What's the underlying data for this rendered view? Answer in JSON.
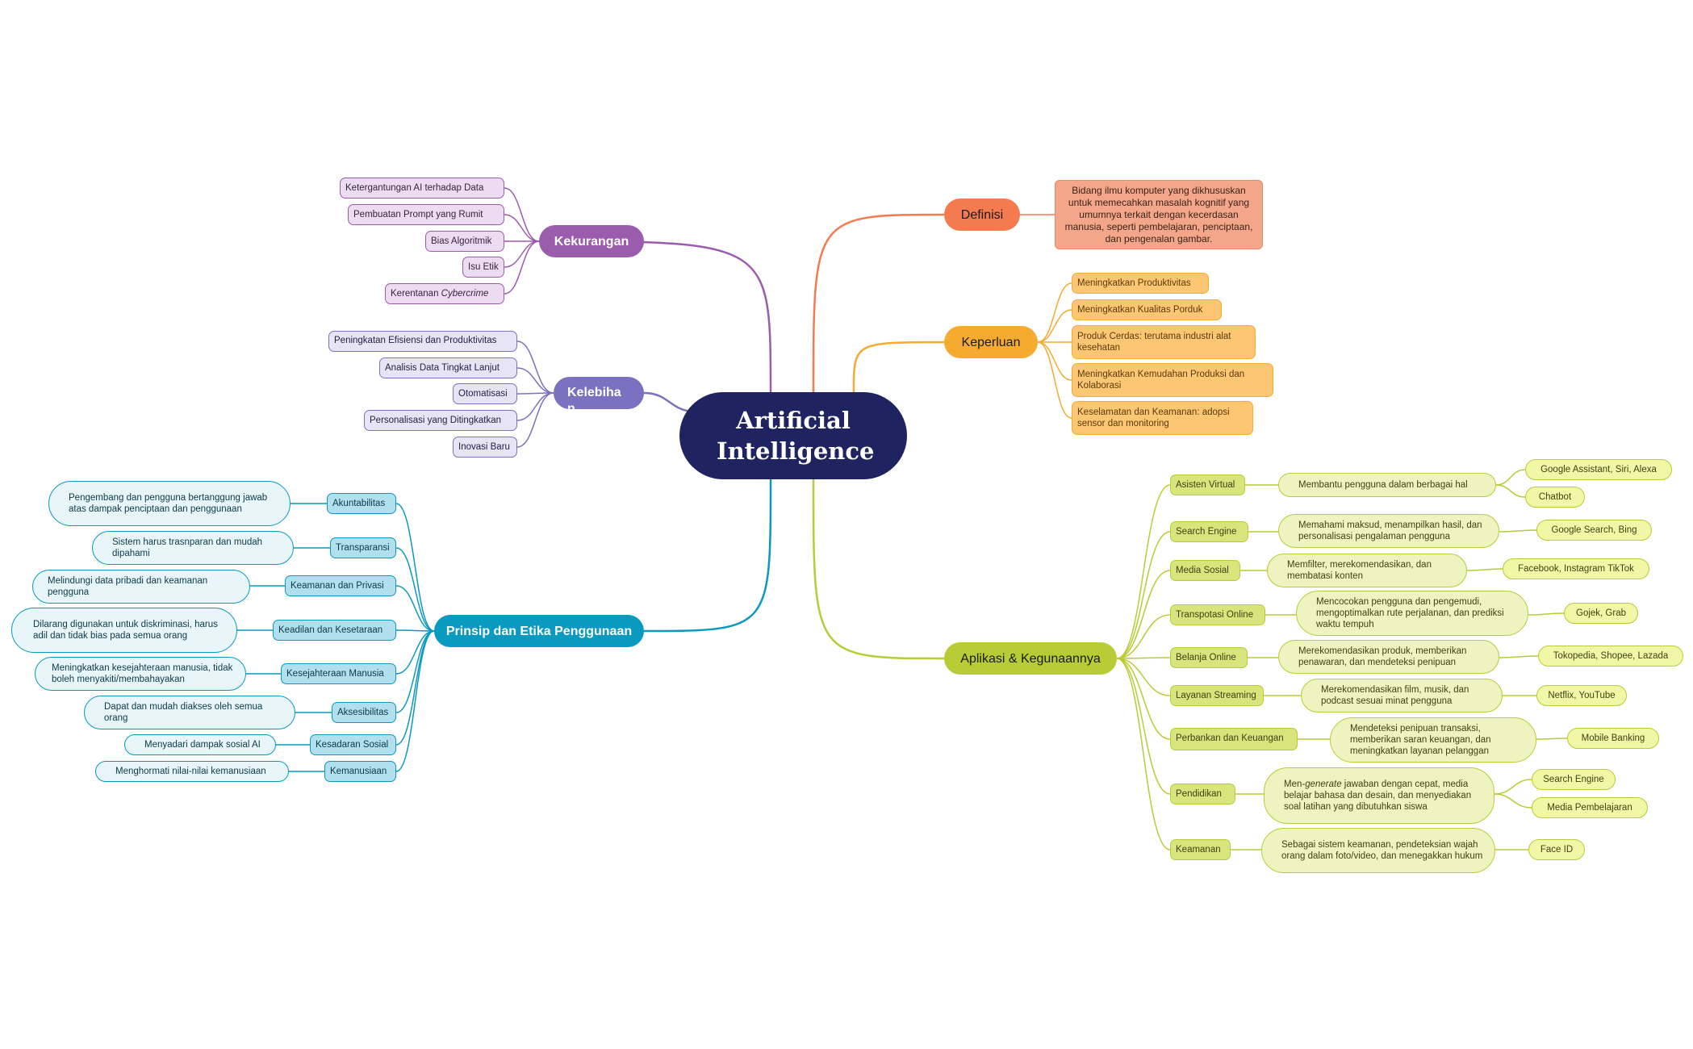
{
  "colors": {
    "center": "#1f2460",
    "definisi": "#f47a50",
    "keperluan": "#f5aa30",
    "aplikasi": "#b8cc35",
    "prinsip": "#0a9ac0",
    "kelebihan": "#7a72c0",
    "kekurangan": "#9c5cae"
  },
  "center": {
    "line1": "Artificial",
    "line2": "Intelligence"
  },
  "definisi": {
    "label": "Definisi",
    "text": "Bidang ilmu komputer yang dikhususkan untuk memecahkan masalah kognitif yang umumnya terkait dengan kecerdasan manusia, seperti pembelajaran, penciptaan, dan pengenalan gambar."
  },
  "keperluan": {
    "label": "Keperluan",
    "items": [
      "Meningkatkan Produktivitas",
      "Meningkatkan Kualitas Porduk",
      "Produk Cerdas: terutama industri alat kesehatan",
      "Meningkatkan Kemudahan Produksi dan Kolaborasi",
      "Keselamatan dan Keamanan: adopsi sensor dan monitoring"
    ]
  },
  "aplikasi": {
    "label": "Aplikasi & Kegunaannya",
    "items": [
      {
        "label": "Asisten Virtual",
        "desc": "Membantu pengguna dalam berbagai hal",
        "examples": [
          "Google Assistant, Siri, Alexa",
          "Chatbot"
        ]
      },
      {
        "label": "Search Engine",
        "desc": "Memahami maksud, menampilkan hasil, dan personalisasi pengalaman pengguna",
        "examples": [
          "Google Search, Bing"
        ]
      },
      {
        "label": "Media Sosial",
        "desc": "Memfilter, merekomendasikan, dan membatasi konten",
        "examples": [
          "Facebook, Instagram TikTok"
        ]
      },
      {
        "label": "Transpotasi Online",
        "desc": "Mencocokan pengguna dan pengemudi, mengoptimalkan rute perjalanan, dan prediksi waktu tempuh",
        "examples": [
          "Gojek, Grab"
        ]
      },
      {
        "label": "Belanja Online",
        "desc": "Merekomendasikan produk, memberikan penawaran, dan mendeteksi penipuan",
        "examples": [
          "Tokopedia, Shopee, Lazada"
        ]
      },
      {
        "label": "Layanan Streaming",
        "desc": "Merekomendasikan film, musik, dan podcast sesuai minat pengguna",
        "examples": [
          "Netflix, YouTube"
        ]
      },
      {
        "label": "Perbankan dan Keuangan",
        "desc": "Mendeteksi penipuan transaksi, memberikan saran keuangan, dan meningkatkan layanan pelanggan",
        "examples": [
          "Mobile Banking"
        ]
      },
      {
        "label": "Pendidikan",
        "desc_pre": "Men-",
        "desc_em": "generate",
        "desc_post": " jawaban dengan cepat, media belajar bahasa dan desain, dan menyediakan soal latihan yang dibutuhkan siswa",
        "examples": [
          "Search Engine",
          "Media Pembelajaran"
        ]
      },
      {
        "label": "Keamanan",
        "desc": "Sebagai sistem keamanan, pendeteksian wajah orang dalam foto/video, dan menegakkan hukum",
        "examples": [
          "Face ID"
        ]
      }
    ]
  },
  "kekurangan": {
    "label": "Kekurangan",
    "items": [
      "Ketergantungan AI terhadap Data",
      "Pembuatan Prompt yang Rumit",
      "Bias Algoritmik",
      "Isu Etik"
    ],
    "last_pre": "Kerentanan ",
    "last_em": "Cybercrime"
  },
  "kelebihan": {
    "label": "Kelebihan",
    "items": [
      "Peningkatan Efisiensi dan Produktivitas",
      "Analisis Data Tingkat Lanjut",
      "Otomatisasi",
      "Personalisasi yang Ditingkatkan",
      "Inovasi Baru"
    ]
  },
  "prinsip": {
    "label": "Prinsip dan Etika Penggunaan",
    "items": [
      {
        "label": "Akuntabilitas",
        "desc": "Pengembang dan pengguna bertanggung jawab atas dampak penciptaan dan penggunaan"
      },
      {
        "label": "Transparansi",
        "desc": "Sistem harus trasnparan dan mudah dipahami"
      },
      {
        "label": "Keamanan dan Privasi",
        "desc": "Melindungi data pribadi dan keamanan pengguna"
      },
      {
        "label": "Keadilan dan Kesetaraan",
        "desc": "Dilarang digunakan untuk diskriminasi, harus adil dan tidak bias pada semua orang"
      },
      {
        "label": "Kesejahteraan Manusia",
        "desc": "Meningkatkan kesejahteraan manusia, tidak boleh menyakiti/membahayakan"
      },
      {
        "label": "Aksesibilitas",
        "desc": "Dapat dan mudah diakses oleh semua orang"
      },
      {
        "label": "Kesadaran Sosial",
        "desc": "Menyadari dampak sosial AI"
      },
      {
        "label": "Kemanusiaan",
        "desc": "Menghormati nilai-nilai kemanusiaan"
      }
    ]
  }
}
